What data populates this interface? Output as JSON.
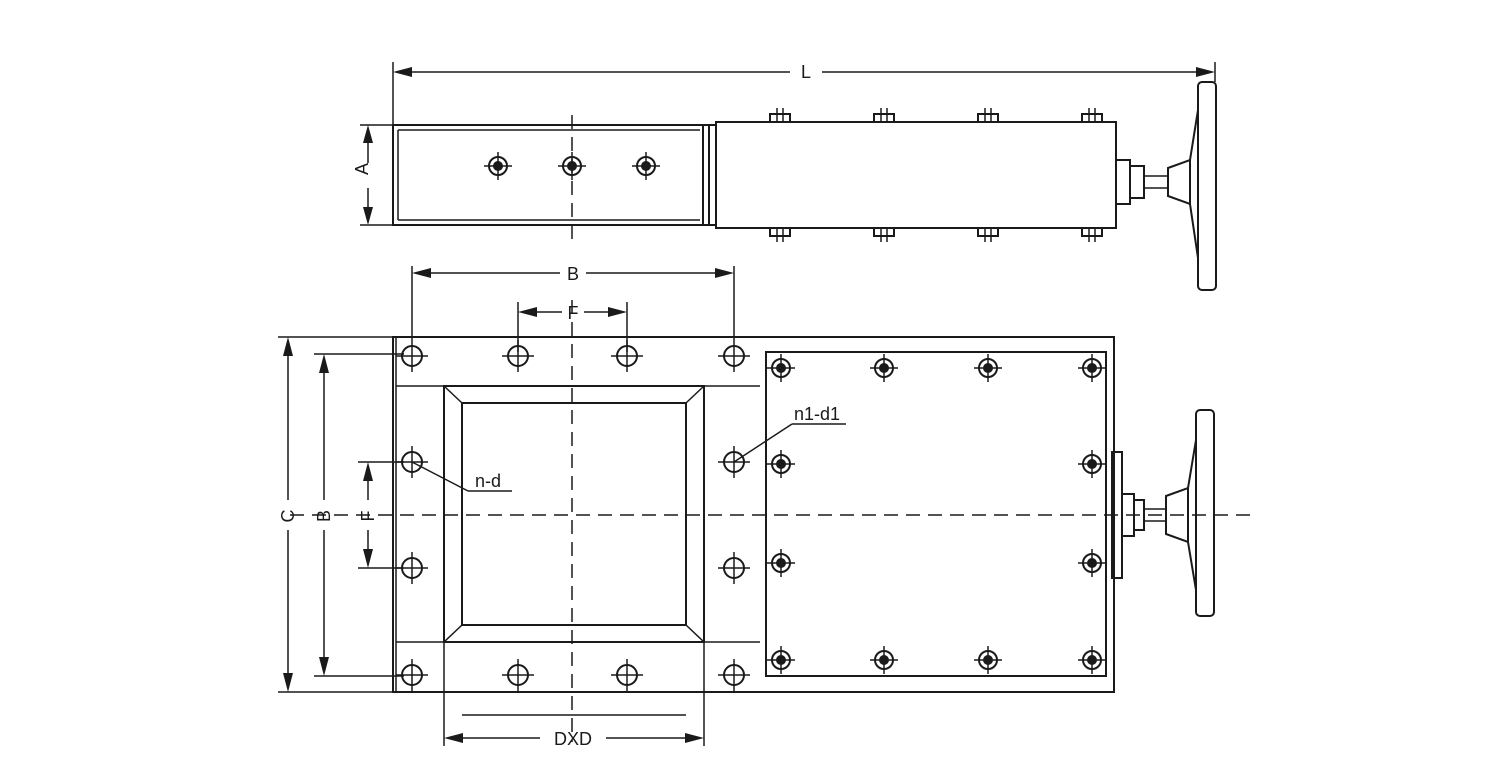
{
  "diagram": {
    "labels": {
      "L": "L",
      "A": "A",
      "B_top": "B",
      "F_top": "F",
      "C": "C",
      "B_side": "B",
      "F_side": "F",
      "n1_d1": "n1-d1",
      "n_d": "n-d",
      "DXD": "DXD"
    },
    "colors": {
      "line": "#1a1a1a",
      "background": "#ffffff"
    }
  }
}
